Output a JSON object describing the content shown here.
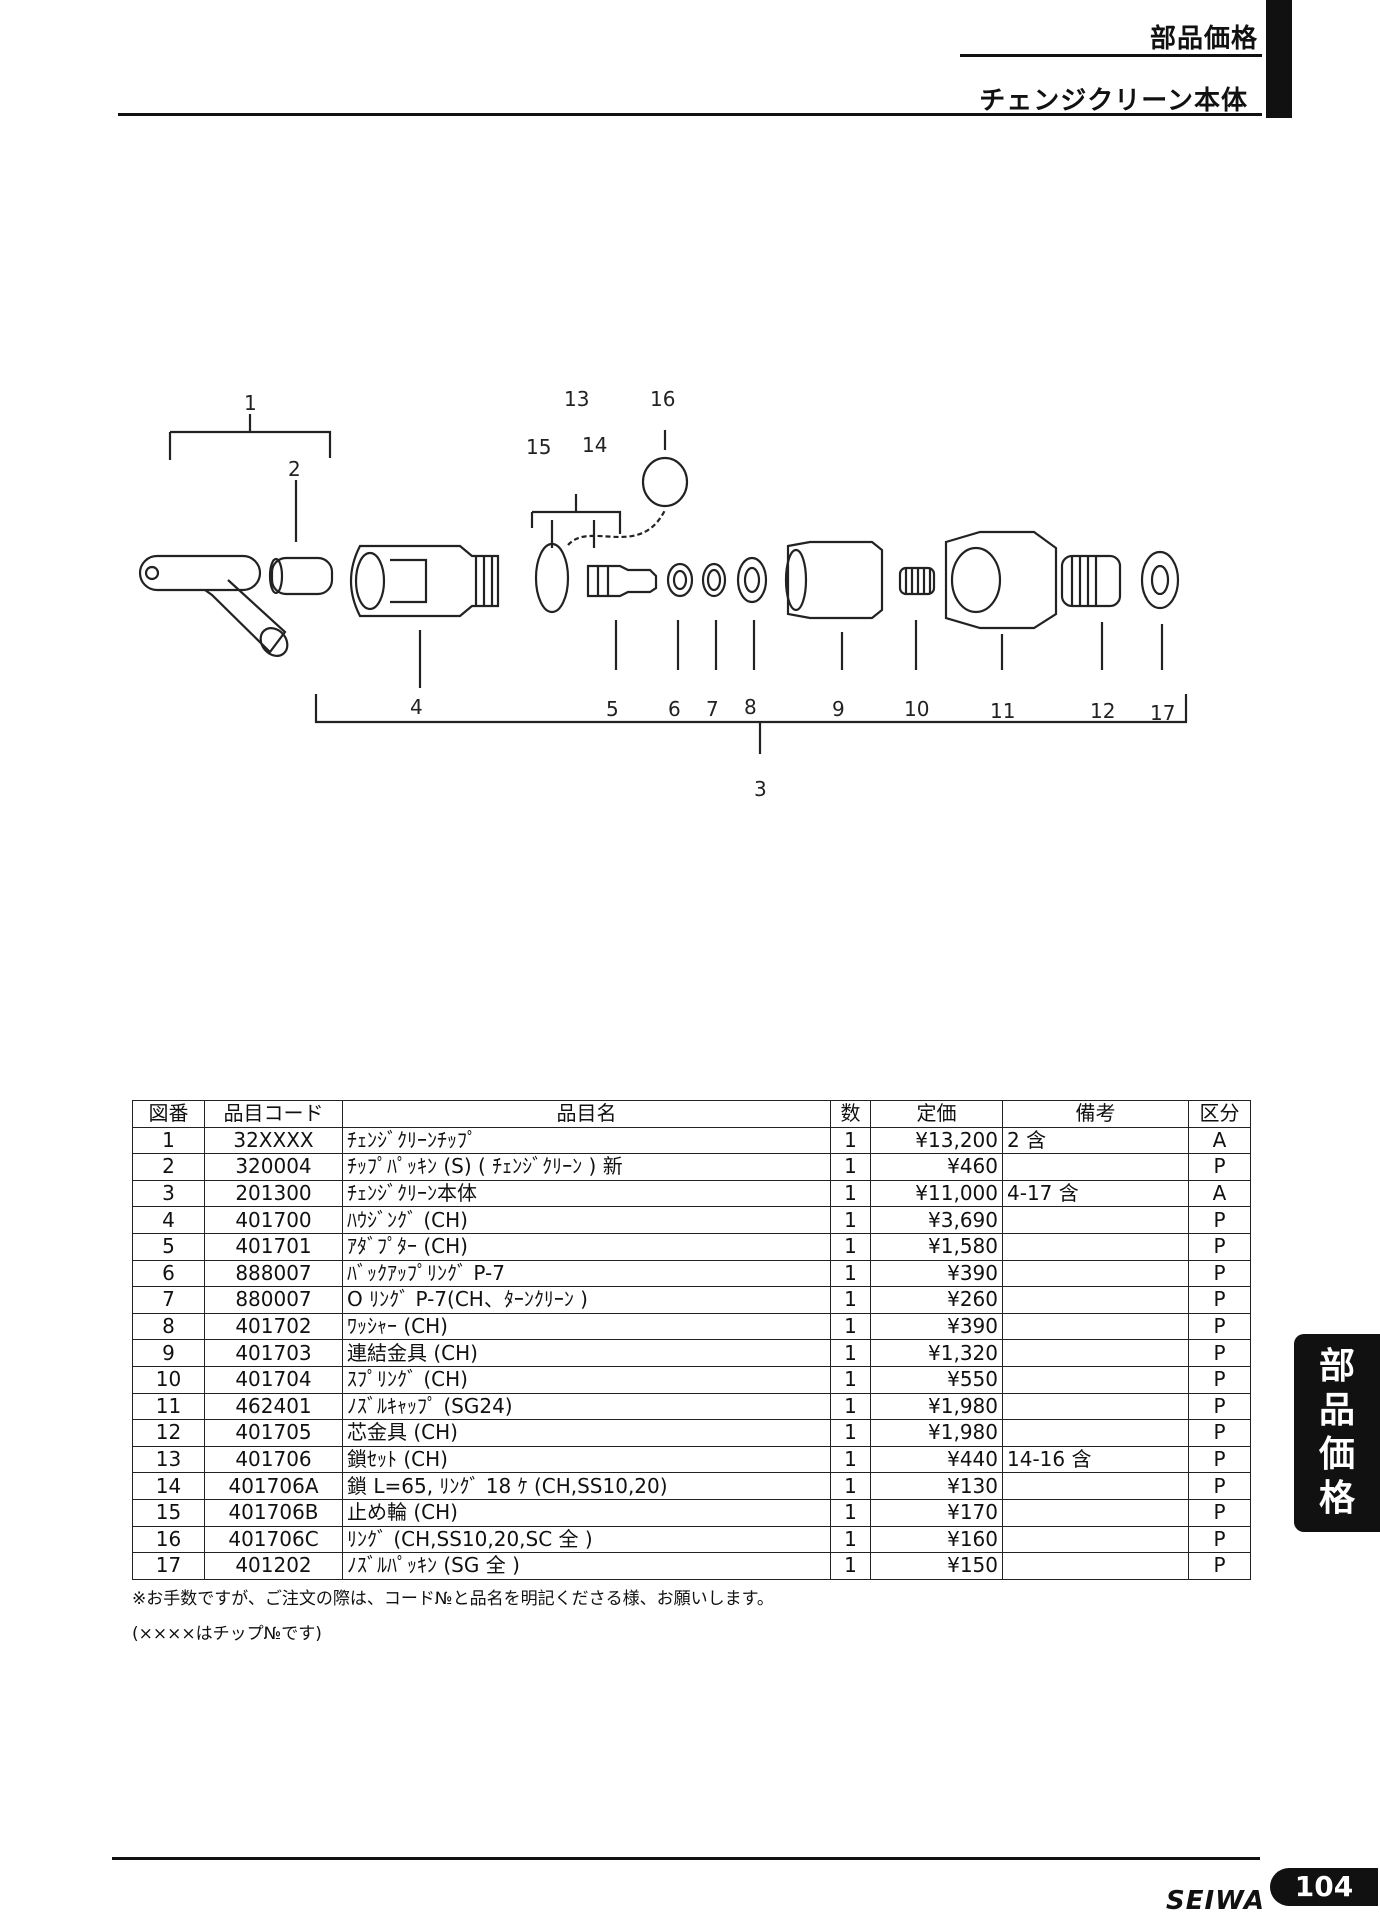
{
  "header": {
    "category": "部品価格",
    "title": "チェンジクリーン本体"
  },
  "diagram": {
    "callouts": [
      "1",
      "2",
      "3",
      "4",
      "5",
      "6",
      "7",
      "8",
      "9",
      "10",
      "11",
      "12",
      "13",
      "14",
      "15",
      "16",
      "17"
    ]
  },
  "table": {
    "headers": [
      "図番",
      "品目コード",
      "品目名",
      "数",
      "定価",
      "備考",
      "区分"
    ],
    "rows": [
      [
        "1",
        "32XXXX",
        "ﾁｪﾝｼﾞｸﾘｰﾝﾁｯﾌﾟ",
        "1",
        "¥13,200",
        "2 含",
        "A"
      ],
      [
        "2",
        "320004",
        "ﾁｯﾌﾟﾊﾟｯｷﾝ (S) ( ﾁｪﾝｼﾞｸﾘｰﾝ ) 新",
        "1",
        "¥460",
        "",
        "P"
      ],
      [
        "3",
        "201300",
        "ﾁｪﾝｼﾞｸﾘｰﾝ本体",
        "1",
        "¥11,000",
        "4-17 含",
        "A"
      ],
      [
        "4",
        "401700",
        "ﾊｳｼﾞﾝｸﾞ (CH)",
        "1",
        "¥3,690",
        "",
        "P"
      ],
      [
        "5",
        "401701",
        "ｱﾀﾞﾌﾟﾀｰ (CH)",
        "1",
        "¥1,580",
        "",
        "P"
      ],
      [
        "6",
        "888007",
        "ﾊﾞｯｸｱｯﾌﾟﾘﾝｸﾞ P-7",
        "1",
        "¥390",
        "",
        "P"
      ],
      [
        "7",
        "880007",
        "O ﾘﾝｸﾞ P-7(CH、ﾀｰﾝｸﾘｰﾝ )",
        "1",
        "¥260",
        "",
        "P"
      ],
      [
        "8",
        "401702",
        "ﾜｯｼｬｰ (CH)",
        "1",
        "¥390",
        "",
        "P"
      ],
      [
        "9",
        "401703",
        "連結金具 (CH)",
        "1",
        "¥1,320",
        "",
        "P"
      ],
      [
        "10",
        "401704",
        "ｽﾌﾟﾘﾝｸﾞ (CH)",
        "1",
        "¥550",
        "",
        "P"
      ],
      [
        "11",
        "462401",
        "ﾉｽﾞﾙｷｬｯﾌﾟ (SG24)",
        "1",
        "¥1,980",
        "",
        "P"
      ],
      [
        "12",
        "401705",
        "芯金具 (CH)",
        "1",
        "¥1,980",
        "",
        "P"
      ],
      [
        "13",
        "401706",
        "鎖ｾｯﾄ (CH)",
        "1",
        "¥440",
        "14-16 含",
        "P"
      ],
      [
        "14",
        "401706A",
        "鎖 L=65, ﾘﾝｸﾞ 18 ｹ (CH,SS10,20)",
        "1",
        "¥130",
        "",
        "P"
      ],
      [
        "15",
        "401706B",
        "止め輪 (CH)",
        "1",
        "¥170",
        "",
        "P"
      ],
      [
        "16",
        "401706C",
        "ﾘﾝｸﾞ (CH,SS10,20,SC 全 )",
        "1",
        "¥160",
        "",
        "P"
      ],
      [
        "17",
        "401202",
        "ﾉｽﾞﾙﾊﾟｯｷﾝ (SG 全 )",
        "1",
        "¥150",
        "",
        "P"
      ]
    ]
  },
  "notes": {
    "line1": "※お手数ですが、ご注文の際は、コード№と品名を明記くださる様、お願いします。",
    "line2": "(××××はチップ№です)"
  },
  "side_tab": {
    "chars": [
      "部",
      "品",
      "価",
      "格"
    ]
  },
  "footer": {
    "brand": "SEIWA",
    "page_number": "104"
  }
}
